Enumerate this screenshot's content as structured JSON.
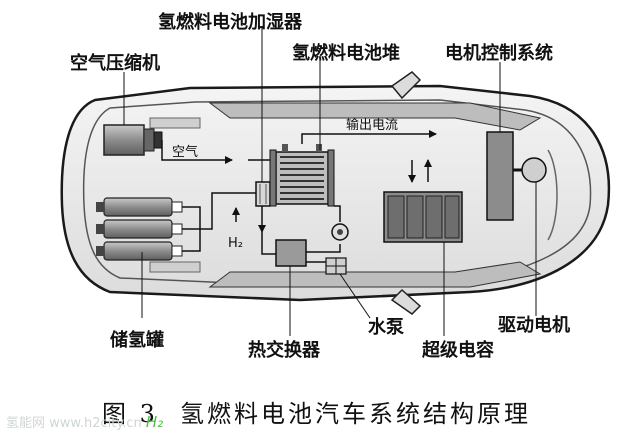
{
  "labels": {
    "humidifier": "氢燃料电池加湿器",
    "compressor": "空气压缩机",
    "stack": "氢燃料电池堆",
    "motor_control": "电机控制系统",
    "output_current": "输出电流",
    "air": "空气",
    "h2": "H₂",
    "tanks": "储氢罐",
    "heat_exchanger": "热交换器",
    "pump": "水泵",
    "supercap": "超级电容",
    "motor": "驱动电机"
  },
  "caption": {
    "figure": "图 3",
    "title": "氢燃料电池汽车系统结构原理"
  },
  "watermark": {
    "text": "氢能网 www.h2city.cn",
    "h2": "H₂"
  },
  "colors": {
    "car_fill": "#efefef",
    "car_outline": "#1a1a1a",
    "component_fill": "#8a8a8a",
    "line": "#111111"
  }
}
